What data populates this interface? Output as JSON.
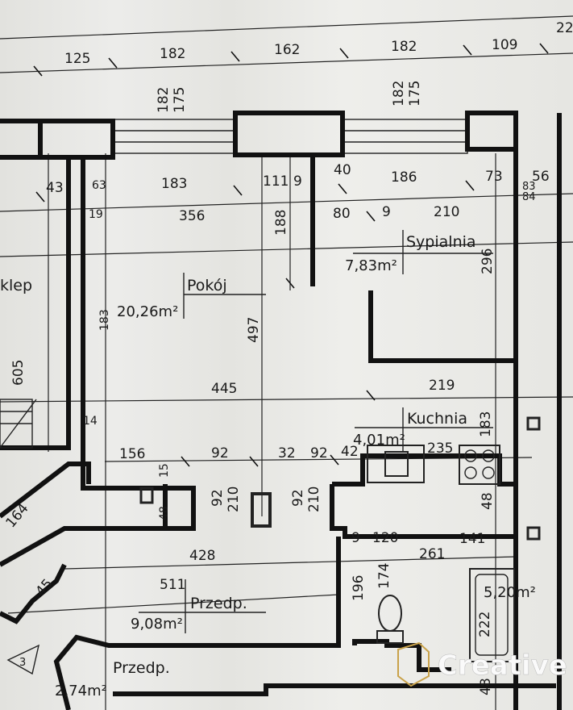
{
  "rooms": {
    "pokoj": {
      "name": "Pokój",
      "area": "20,26m²"
    },
    "sypialnia": {
      "name": "Sypialnia",
      "area": "7,83m²"
    },
    "kuchnia": {
      "name": "Kuchnia",
      "area": "4,01m²"
    },
    "przedpokoj": {
      "name": "Przedp.",
      "area": "9,08m²"
    },
    "przedpokoj2": {
      "name": "Przedp.",
      "area": "2,74m²"
    },
    "lazienka": {
      "area": "5,20m²"
    },
    "sklep": {
      "name": "klep"
    }
  },
  "dimensions": {
    "top": [
      "125",
      "182",
      "162",
      "182",
      "109",
      "22"
    ],
    "windows": [
      "182",
      "175",
      "182",
      "175"
    ],
    "row2": [
      "43",
      "63",
      "183",
      "111",
      "9",
      "40",
      "186",
      "73",
      "56",
      "83",
      "84"
    ],
    "row3": [
      "19",
      "356",
      "80",
      "9",
      "210"
    ],
    "vertical": [
      "188",
      "296",
      "497",
      "183",
      "605",
      "183",
      "15",
      "48",
      "48",
      "196",
      "174",
      "222",
      "48"
    ],
    "row_mid": [
      "445",
      "219",
      "14"
    ],
    "row_kitchen": [
      "156",
      "92",
      "32",
      "92",
      "42",
      "235"
    ],
    "doors": [
      "92",
      "210",
      "92",
      "210"
    ],
    "row_bath": [
      "164",
      "9",
      "120",
      "141",
      "428",
      "261",
      "45",
      "511"
    ]
  },
  "stair_marker": "3",
  "watermark": "Creative"
}
